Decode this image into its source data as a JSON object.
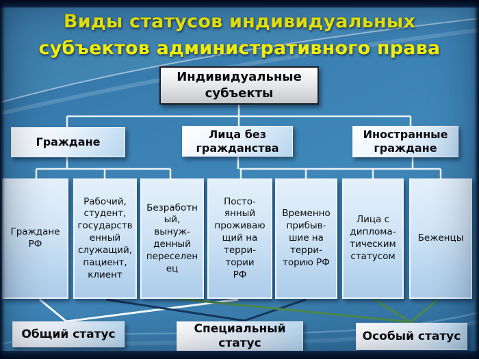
{
  "title": {
    "line1": "Виды статусов индивидуальных",
    "line2": "субъектов административного права"
  },
  "root": {
    "label": "Индивидуальные\nсубъекты"
  },
  "level2": [
    {
      "label": "Граждане"
    },
    {
      "label": "Лица без\nгражданства"
    },
    {
      "label": "Иностранные\nграждане"
    }
  ],
  "level3": [
    {
      "label": "Граждане\nРФ"
    },
    {
      "label": "Рабочий,\nстудент,\nгосударств\nенный\nслужащий,\nпациент,\nклиент"
    },
    {
      "label": "Безработн\nый,\nвынуж-\nденный\nпереселен\nец"
    },
    {
      "label": "Посто-\nянный\nпроживаю\nщий на\nтерри-\nтории\nРФ"
    },
    {
      "label": "Временно\nприбыв-\nшие на\nтерри-\nторию РФ"
    },
    {
      "label": "Лица с\nдиплома-\nтическим\nстатусом"
    },
    {
      "label": "Беженцы"
    }
  ],
  "statuses": [
    {
      "label": "Общий статус"
    },
    {
      "label": "Специальный\nстатус"
    },
    {
      "label": "Особый статус"
    }
  ],
  "colors": {
    "title_yellow": "#f1ee0b",
    "tree_connector": "#e9f1f8",
    "link_general_white": "#f4faff",
    "link_special_navy": "#16375a",
    "link_particular_green": "#4d8848",
    "background_blue": "#3a7fb1"
  }
}
